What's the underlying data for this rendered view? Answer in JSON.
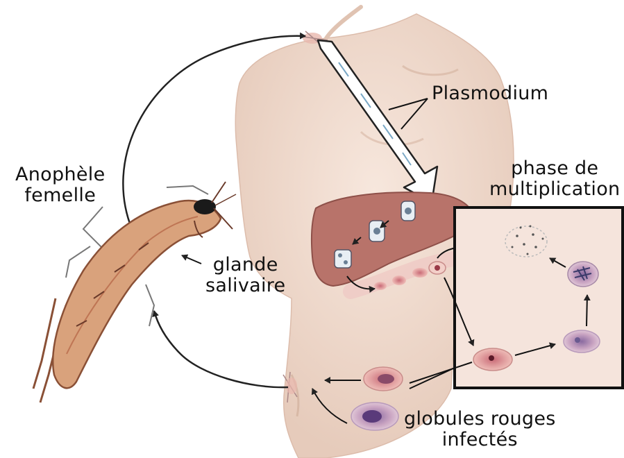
{
  "labels": {
    "plasmodium": "Plasmodium",
    "phase_line1": "phase de",
    "phase_line2": "multiplication",
    "anophele_line1": "Anophèle",
    "anophele_line2": "femelle",
    "glande_line1": "glande",
    "glande_line2": "salivaire",
    "globules_line1": "globules rouges",
    "globules_line2": "infectés"
  },
  "colors": {
    "skin": "#f1ddd0",
    "skin_shadow": "#e4c7b7",
    "liver": "#b8736a",
    "inset_bg": "#f5e4dc",
    "inset_border": "#111111",
    "red_cell": "#e4a3a0",
    "red_cell_core": "#9a3a48",
    "mosquito_body": "#d9a27c",
    "mosquito_outline": "#8a5036",
    "arrow": "#222222"
  }
}
